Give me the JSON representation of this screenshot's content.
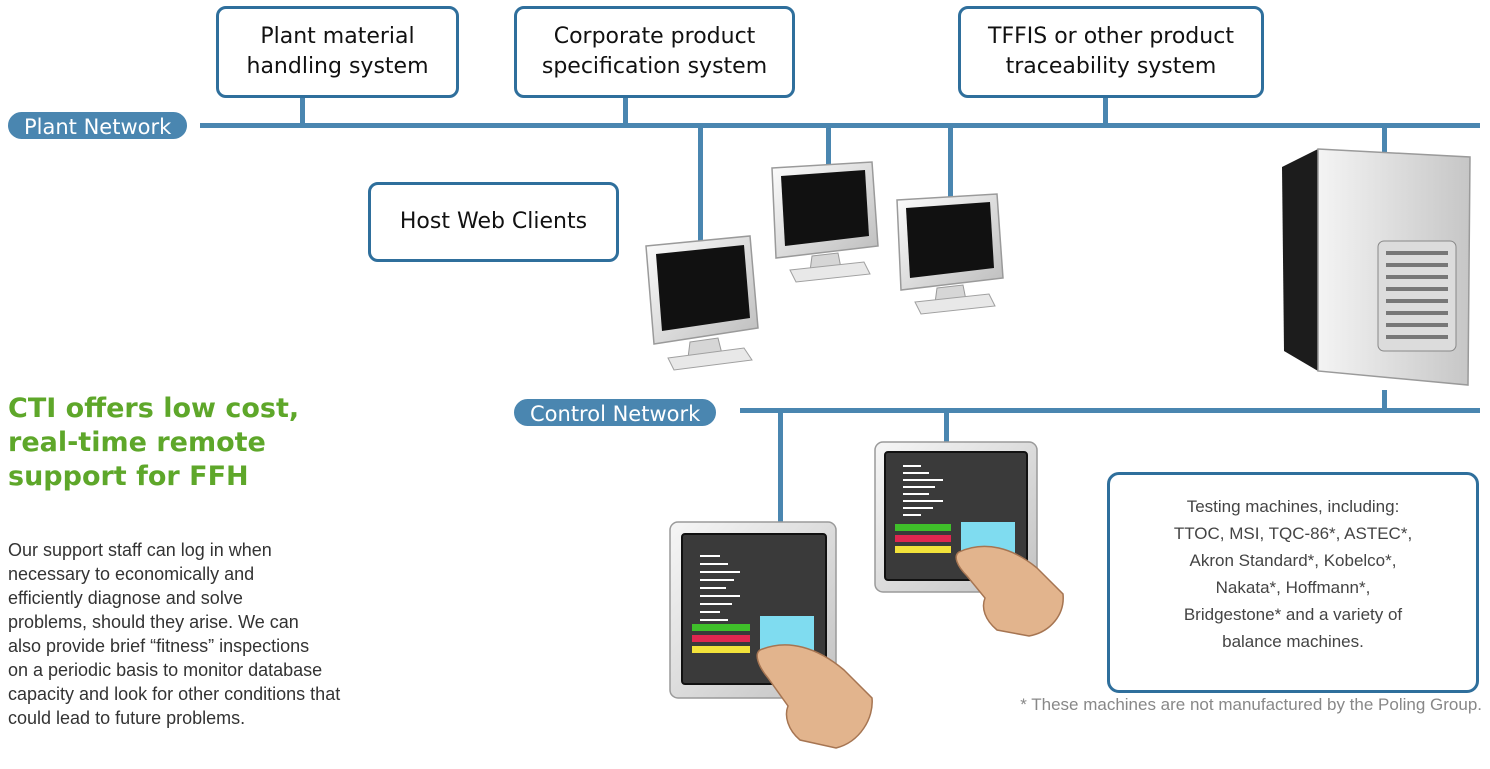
{
  "network": {
    "plant_label": "Plant Network",
    "control_label": "Control Network"
  },
  "systems": [
    {
      "line1": "Plant material",
      "line2": "handling system"
    },
    {
      "line1": "Corporate product",
      "line2": "specification system"
    },
    {
      "line1": "TFFIS or other product",
      "line2": "traceability system"
    }
  ],
  "host_clients_label": "Host Web Clients",
  "headline": {
    "line1": "CTI offers low cost,",
    "line2": "real-time remote",
    "line3": "support for FFH"
  },
  "body_lines": [
    "Our support staff can log in when",
    "necessary to economically and",
    "efficiently diagnose and solve",
    "problems, should they arise. We can",
    "also provide brief “fitness” inspections",
    "on a periodic basis to monitor database",
    "capacity and look for other conditions that",
    "could lead to future problems."
  ],
  "testing": {
    "lines": [
      "Testing machines, including:",
      "TTOC, MSI, TQC-86*, ASTEC*,",
      "Akron Standard*, Kobelco*,",
      "Nakata*, Hoffmann*,",
      "Bridgestone* and a variety of",
      "balance machines."
    ]
  },
  "footnote": "* These machines are not manufactured by the Poling Group.",
  "colors": {
    "network_blue": "#4a86b0",
    "box_border": "#2f6f9c",
    "headline_green": "#5ea72a",
    "bar_green": "#3fbf2a",
    "bar_red": "#e0264f",
    "bar_yellow": "#f2e23a",
    "panel_cyan": "#7fdcf0"
  },
  "icons": {
    "monitor": "desktop-monitor-icon",
    "server": "server-tower-icon",
    "touch": "touch-panel-icon"
  }
}
